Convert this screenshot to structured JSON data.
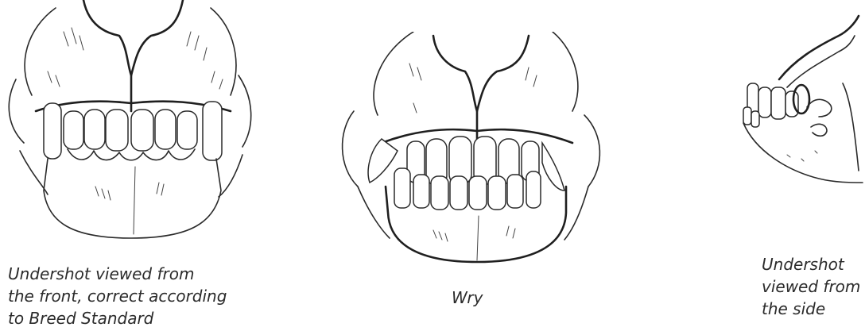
{
  "figures": [
    {
      "id": "undershot-front",
      "icon": "undershot-front-jaw-illustration",
      "caption": "Undershot viewed from\nthe front, correct according\nto Breed Standard"
    },
    {
      "id": "wry",
      "icon": "wry-jaw-illustration",
      "caption": "Wry"
    },
    {
      "id": "undershot-side",
      "icon": "undershot-side-jaw-illustration",
      "caption": "Undershot\nviewed from\nthe side"
    }
  ],
  "colors": {
    "ink": "#2a2a2a",
    "caption": "#2b2b2b",
    "background": "#ffffff"
  }
}
